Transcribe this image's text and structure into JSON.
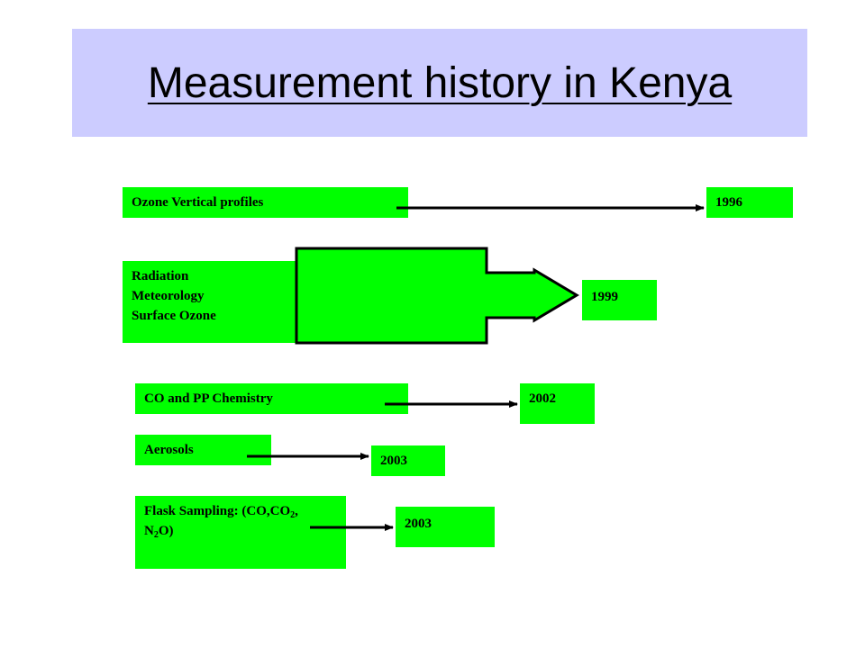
{
  "title": "Measurement history in Kenya",
  "colors": {
    "box_fill": "#00ff00",
    "title_band": "#ccccff",
    "arrow": "#000000"
  },
  "rows": [
    {
      "label": "Ozone Vertical profiles",
      "year": "1996"
    },
    {
      "label_lines": [
        "Radiation",
        "Meteorology",
        "Surface Ozone"
      ],
      "year": "1999"
    },
    {
      "label": "CO and PP Chemistry",
      "year": "2002"
    },
    {
      "label": "Aerosols",
      "year": "2003"
    },
    {
      "label_parts": {
        "prefix": "Flask Sampling: (CO,CO",
        "sub1": "2",
        "mid": ",",
        "line2_prefix": "N",
        "sub2": "2",
        "suffix": "O)"
      },
      "year": "2003"
    }
  ]
}
